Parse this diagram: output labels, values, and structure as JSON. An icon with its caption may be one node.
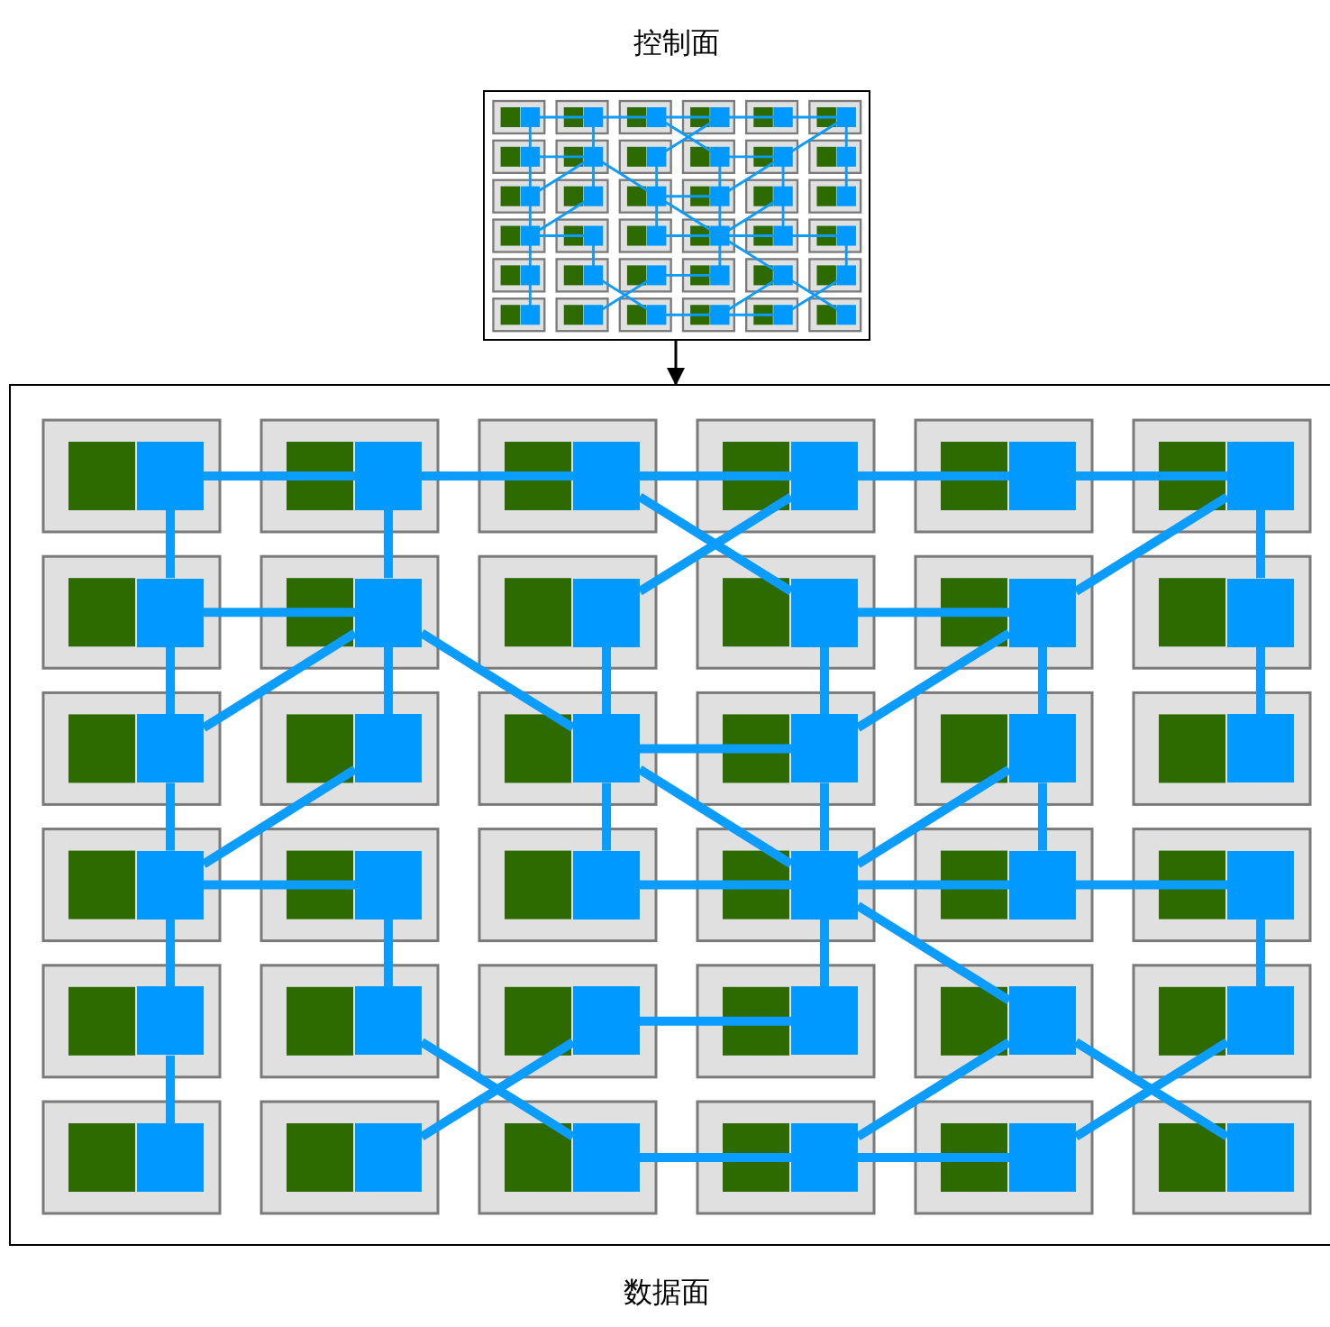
{
  "diagram": {
    "nodes": [
      {
        "text": [
          "控制面"
        ]
      },
      {
        "text": [
          "数据面"
        ]
      },
      {
        "text": [],
        "shape": "box",
        "in": 1
      },
      {
        "text": [],
        "shape": "box",
        "in": 1
      },
      {
        "text": [],
        "shape": "box",
        "in": 1
      },
      {
        "text": [],
        "shape": "box",
        "in": 1
      },
      {
        "text": [],
        "shape": "box",
        "in": 1
      },
      {
        "text": [],
        "shape": "box",
        "in": 1
      },
      {
        "text": [],
        "shape": "box",
        "in": 1
      },
      {
        "text": [],
        "shape": "box",
        "in": 1
      },
      {
        "text": [],
        "shape": "box",
        "in": 1
      },
      {
        "text": [],
        "shape": "box",
        "in": 1
      },
      {
        "text": [],
        "shape": "box",
        "in": 1
      },
      {
        "text": [],
        "shape": "box",
        "in": 1
      },
      {
        "text": [],
        "shape": "box",
        "in": 1
      },
      {
        "text": [],
        "shape": "box",
        "in": 1
      },
      {
        "text": [],
        "shape": "box",
        "in": 1
      },
      {
        "text": [],
        "shape": "box",
        "in": 1
      },
      {
        "text": [],
        "shape": "box",
        "in": 1
      },
      {
        "text": [],
        "shape": "box",
        "in": 1
      },
      {
        "text": [],
        "shape": "box",
        "in": 1
      },
      {
        "text": [],
        "shape": "box",
        "in": 1
      },
      {
        "text": [],
        "shape": "box",
        "in": 1
      },
      {
        "text": [],
        "shape": "box",
        "in": 1
      },
      {
        "text": [],
        "shape": "box",
        "in": 1
      },
      {
        "text": [],
        "shape": "box",
        "in": 1
      },
      {
        "text": [],
        "shape": "box",
        "in": 1
      },
      {
        "text": [],
        "shape": "box",
        "in": 1
      },
      {
        "text": [],
        "shape": "box",
        "in": 1
      },
      {
        "text": [],
        "shape": "box",
        "in": 1
      },
      {
        "text": [],
        "shape": "box",
        "in": 1
      },
      {
        "text": [],
        "shape": "box",
        "in": 1
      },
      {
        "text": [],
        "shape": "box",
        "in": 1
      },
      {
        "text": [],
        "shape": "box",
        "in": 1
      },
      {
        "text": [],
        "shape": "box",
        "in": 1
      },
      {
        "text": [],
        "shape": "box",
        "in": 1
      },
      {
        "text": [],
        "shape": "box",
        "in": 1
      },
      {
        "text": [],
        "shape": "box",
        "in": 1
      }
    ],
    "edges": [
      {
        "from": 0,
        "to": 1,
        "arrow": "to",
        "color": "#000000"
      },
      {
        "from": 2,
        "to": 3,
        "arrow": "none"
      },
      {
        "from": 3,
        "to": 4,
        "arrow": "none"
      },
      {
        "from": 4,
        "to": 5,
        "arrow": "none"
      },
      {
        "from": 5,
        "to": 6,
        "arrow": "none"
      },
      {
        "from": 6,
        "to": 7,
        "arrow": "none"
      },
      {
        "from": 2,
        "to": 8,
        "arrow": "none"
      },
      {
        "from": 3,
        "to": 9,
        "arrow": "none"
      },
      {
        "from": 4,
        "to": 11,
        "arrow": "none"
      },
      {
        "from": 5,
        "to": 10,
        "arrow": "none"
      },
      {
        "from": 7,
        "to": 12,
        "arrow": "none"
      },
      {
        "from": 7,
        "to": 13,
        "arrow": "none"
      },
      {
        "from": 8,
        "to": 9,
        "arrow": "none"
      },
      {
        "from": 8,
        "to": 14,
        "arrow": "none"
      },
      {
        "from": 9,
        "to": 14,
        "arrow": "none"
      },
      {
        "from": 9,
        "to": 15,
        "arrow": "none"
      },
      {
        "from": 9,
        "to": 16,
        "arrow": "none"
      },
      {
        "from": 10,
        "to": 16,
        "arrow": "none"
      },
      {
        "from": 11,
        "to": 12,
        "arrow": "none"
      },
      {
        "from": 11,
        "to": 17,
        "arrow": "none"
      },
      {
        "from": 12,
        "to": 17,
        "arrow": "none"
      },
      {
        "from": 12,
        "to": 18,
        "arrow": "none"
      },
      {
        "from": 13,
        "to": 19,
        "arrow": "none"
      },
      {
        "from": 14,
        "to": 20,
        "arrow": "none"
      },
      {
        "from": 15,
        "to": 20,
        "arrow": "none"
      },
      {
        "from": 16,
        "to": 17,
        "arrow": "none"
      },
      {
        "from": 16,
        "to": 22,
        "arrow": "none"
      },
      {
        "from": 16,
        "to": 23,
        "arrow": "none"
      },
      {
        "from": 17,
        "to": 23,
        "arrow": "none"
      },
      {
        "from": 18,
        "to": 23,
        "arrow": "none"
      },
      {
        "from": 18,
        "to": 24,
        "arrow": "none"
      },
      {
        "from": 20,
        "to": 21,
        "arrow": "none"
      },
      {
        "from": 20,
        "to": 26,
        "arrow": "none"
      },
      {
        "from": 21,
        "to": 27,
        "arrow": "none"
      },
      {
        "from": 22,
        "to": 23,
        "arrow": "none"
      },
      {
        "from": 23,
        "to": 24,
        "arrow": "none"
      },
      {
        "from": 24,
        "to": 25,
        "arrow": "none"
      },
      {
        "from": 23,
        "to": 29,
        "arrow": "none"
      },
      {
        "from": 23,
        "to": 30,
        "arrow": "none"
      },
      {
        "from": 25,
        "to": 31,
        "arrow": "none"
      },
      {
        "from": 26,
        "to": 32,
        "arrow": "none"
      },
      {
        "from": 27,
        "to": 34,
        "arrow": "none"
      },
      {
        "from": 28,
        "to": 29,
        "arrow": "none"
      },
      {
        "from": 28,
        "to": 33,
        "arrow": "none"
      },
      {
        "from": 30,
        "to": 35,
        "arrow": "none"
      },
      {
        "from": 30,
        "to": 37,
        "arrow": "none"
      },
      {
        "from": 31,
        "to": 36,
        "arrow": "none"
      },
      {
        "from": 34,
        "to": 35,
        "arrow": "none"
      },
      {
        "from": 35,
        "to": 36,
        "arrow": "none"
      }
    ]
  }
}
